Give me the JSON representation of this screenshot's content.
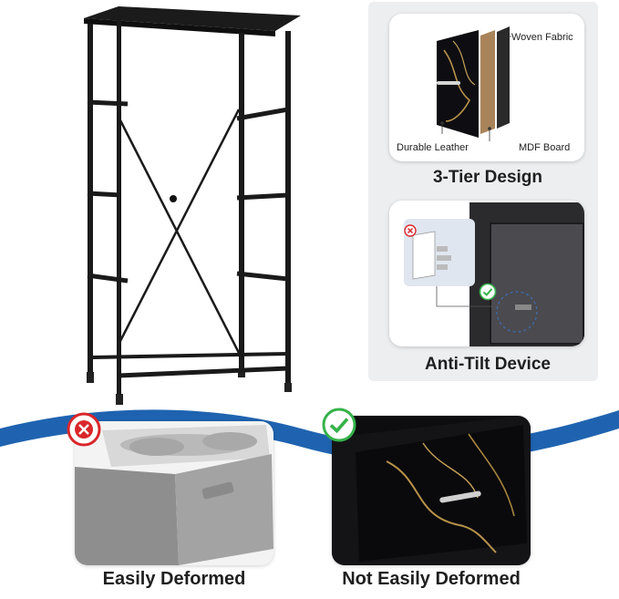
{
  "layers": {
    "top_right": "Woven Fabric",
    "bottom_left": "Durable Leather",
    "bottom_right": "MDF Board"
  },
  "captions": {
    "tier_design": "3-Tier Design",
    "anti_tilt": "Anti-Tilt Device",
    "easily_deformed": "Easily Deformed",
    "not_easily_deformed": "Not Easily Deformed"
  },
  "colors": {
    "panel_bg": "#eceef0",
    "wave_blue": "#1f63b0",
    "bad_red": "#d9262a",
    "good_green": "#35b24a",
    "frame": "#1a1a1a"
  }
}
